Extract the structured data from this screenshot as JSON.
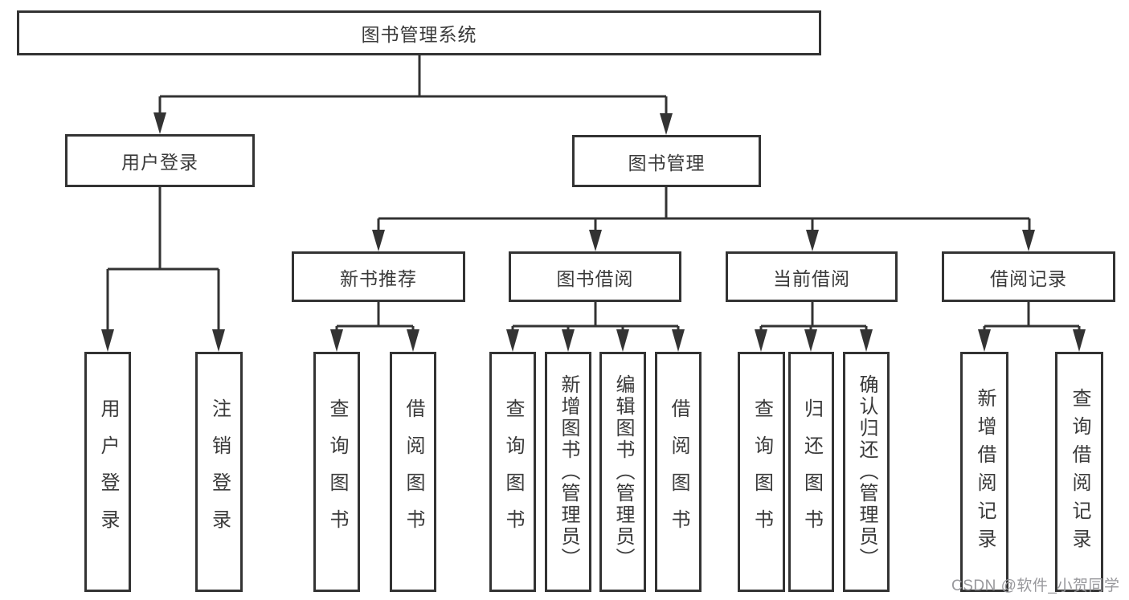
{
  "diagram": {
    "root": {
      "label": "图书管理系统"
    },
    "branches": [
      {
        "label": "用户登录",
        "children": [
          {
            "label": "用户登录"
          },
          {
            "label": "注销登录"
          }
        ]
      },
      {
        "label": "图书管理",
        "modules": [
          {
            "label": "新书推荐",
            "children": [
              {
                "label": "查询图书"
              },
              {
                "label": "借阅图书"
              }
            ]
          },
          {
            "label": "图书借阅",
            "children": [
              {
                "label": "查询图书"
              },
              {
                "label": "新增图书（管理员）"
              },
              {
                "label": "编辑图书（管理员）"
              },
              {
                "label": "借阅图书"
              }
            ]
          },
          {
            "label": "当前借阅",
            "children": [
              {
                "label": "查询图书"
              },
              {
                "label": "归还图书"
              },
              {
                "label": "确认归还（管理员）"
              }
            ]
          },
          {
            "label": "借阅记录",
            "children": [
              {
                "label": "新增借阅记录"
              },
              {
                "label": "查询借阅记录"
              }
            ]
          }
        ]
      }
    ]
  },
  "watermark": {
    "text": "CSDN @软件_小贺同学"
  },
  "colors": {
    "line": "#333333",
    "text": "#3a3a3a",
    "watermark": "#98989c"
  }
}
